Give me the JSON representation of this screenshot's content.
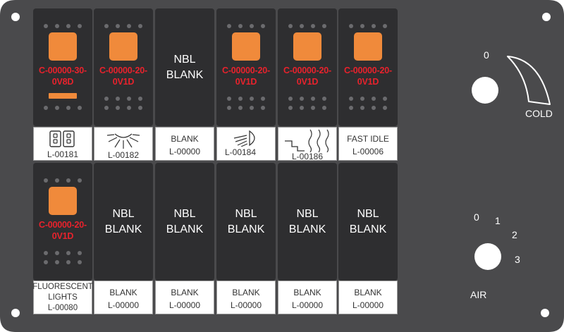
{
  "colors": {
    "panel": "#4a4a4c",
    "switch": "#2e2e30",
    "lamp": "#f08a3b",
    "code": "#e8222c"
  },
  "row1": [
    {
      "kind": "lamp",
      "code1": "C-00000-30-",
      "code2": "0V8D",
      "bar": true,
      "legend_icon": "door-icon",
      "legend_text": "L-00181"
    },
    {
      "kind": "lamp",
      "code1": "C-00000-20-",
      "code2": "0V1D",
      "bar": false,
      "legend_icon": "light-icon",
      "legend_text": "L-00182"
    },
    {
      "kind": "blank",
      "line1": "NBL",
      "line2": "BLANK",
      "legend_top": "BLANK",
      "legend_text": "L-00000"
    },
    {
      "kind": "lamp",
      "code1": "C-00000-20-",
      "code2": "0V1D",
      "bar": false,
      "legend_icon": "headlight-icon",
      "legend_text": "L-00184"
    },
    {
      "kind": "lamp",
      "code1": "C-00000-20-",
      "code2": "0V1D",
      "bar": false,
      "legend_icon": "step-heat-icon",
      "legend_text": "L-00186"
    },
    {
      "kind": "lamp",
      "code1": "C-00000-20-",
      "code2": "0V1D",
      "bar": false,
      "legend_top": "FAST IDLE",
      "legend_text": "L-00006"
    }
  ],
  "row2": [
    {
      "kind": "lamp",
      "code1": "C-00000-20-",
      "code2": "0V1D",
      "legend_top": "FLUORESCENT",
      "legend_mid": "LIGHTS",
      "legend_text": "L-00080"
    },
    {
      "kind": "blank",
      "line1": "NBL",
      "line2": "BLANK",
      "legend_top": "BLANK",
      "legend_text": "L-00000"
    },
    {
      "kind": "blank",
      "line1": "NBL",
      "line2": "BLANK",
      "legend_top": "BLANK",
      "legend_text": "L-00000"
    },
    {
      "kind": "blank",
      "line1": "NBL",
      "line2": "BLANK",
      "legend_top": "BLANK",
      "legend_text": "L-00000"
    },
    {
      "kind": "blank",
      "line1": "NBL",
      "line2": "BLANK",
      "legend_top": "BLANK",
      "legend_text": "L-00000"
    },
    {
      "kind": "blank",
      "line1": "NBL",
      "line2": "BLANK",
      "legend_top": "BLANK",
      "legend_text": "L-00000"
    }
  ],
  "temp": {
    "zero": "0",
    "label": "COLD"
  },
  "air": {
    "p0": "0",
    "p1": "1",
    "p2": "2",
    "p3": "3",
    "label": "AIR"
  }
}
